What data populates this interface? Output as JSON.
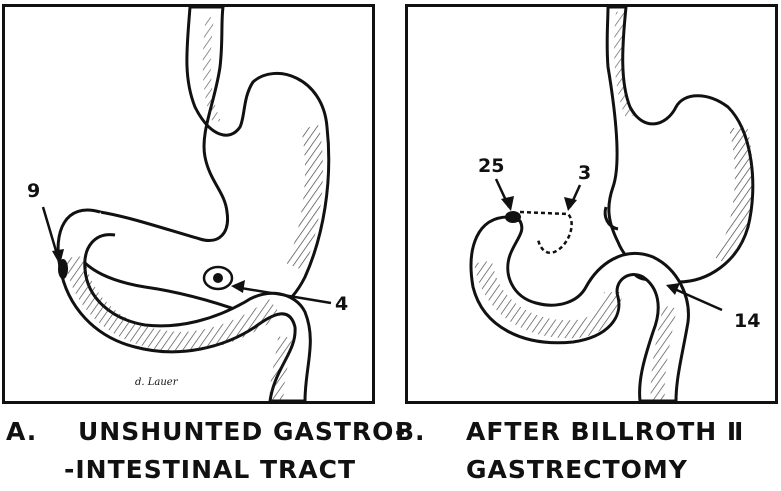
{
  "panel_a": {
    "labels": {
      "n9": "9",
      "n4": "4"
    },
    "signature": "d. Lauer",
    "caption": {
      "letter": "A.",
      "line1": "UNSHUNTED GASTRO-",
      "line2": "-INTESTINAL TRACT"
    }
  },
  "panel_b": {
    "labels": {
      "n25": "25",
      "n3": "3",
      "n14": "14"
    },
    "caption": {
      "letter": "B.",
      "line1": "AFTER BILLROTH Ⅱ",
      "line2": "GASTRECTOMY"
    }
  }
}
